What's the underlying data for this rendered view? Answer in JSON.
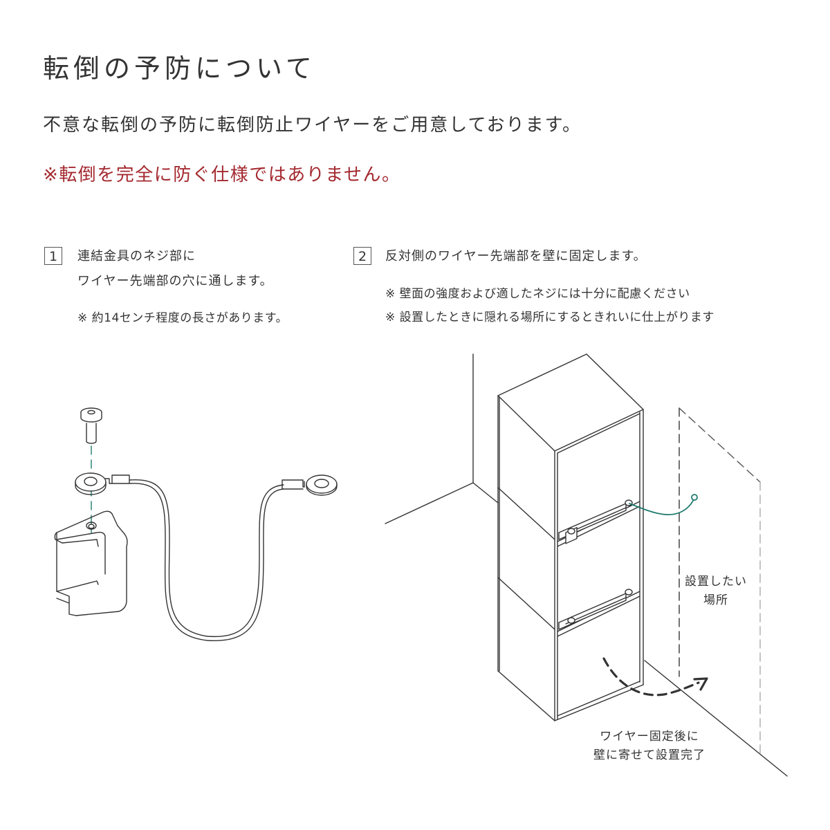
{
  "header": {
    "title": "転倒の予防について",
    "lead": "不意な転倒の予防に転倒防止ワイヤーをご用意しております。",
    "warning": "※転倒を完全に防ぐ仕様ではありません。"
  },
  "colors": {
    "text": "#333333",
    "warning": "#a3292f",
    "line": "#333333",
    "wire_accent": "#1f7a6e"
  },
  "steps": [
    {
      "number": "1",
      "lines": [
        "連結金具のネジ部に",
        "ワイヤー先端部の穴に通します。"
      ],
      "notes": [
        "※ 約14センチ程度の長さがあります。"
      ]
    },
    {
      "number": "2",
      "lines": [
        "反対側のワイヤー先端部を壁に固定します。"
      ],
      "notes": [
        "※ 壁面の強度および適したネジには十分に配慮ください",
        "※ 設置したときに隠れる場所にするときれいに仕上がります"
      ]
    }
  ],
  "illustration_labels": {
    "target_location": [
      "設置したい",
      "場所"
    ],
    "completion": [
      "ワイヤー固定後に",
      "壁に寄せて設置完了"
    ]
  }
}
